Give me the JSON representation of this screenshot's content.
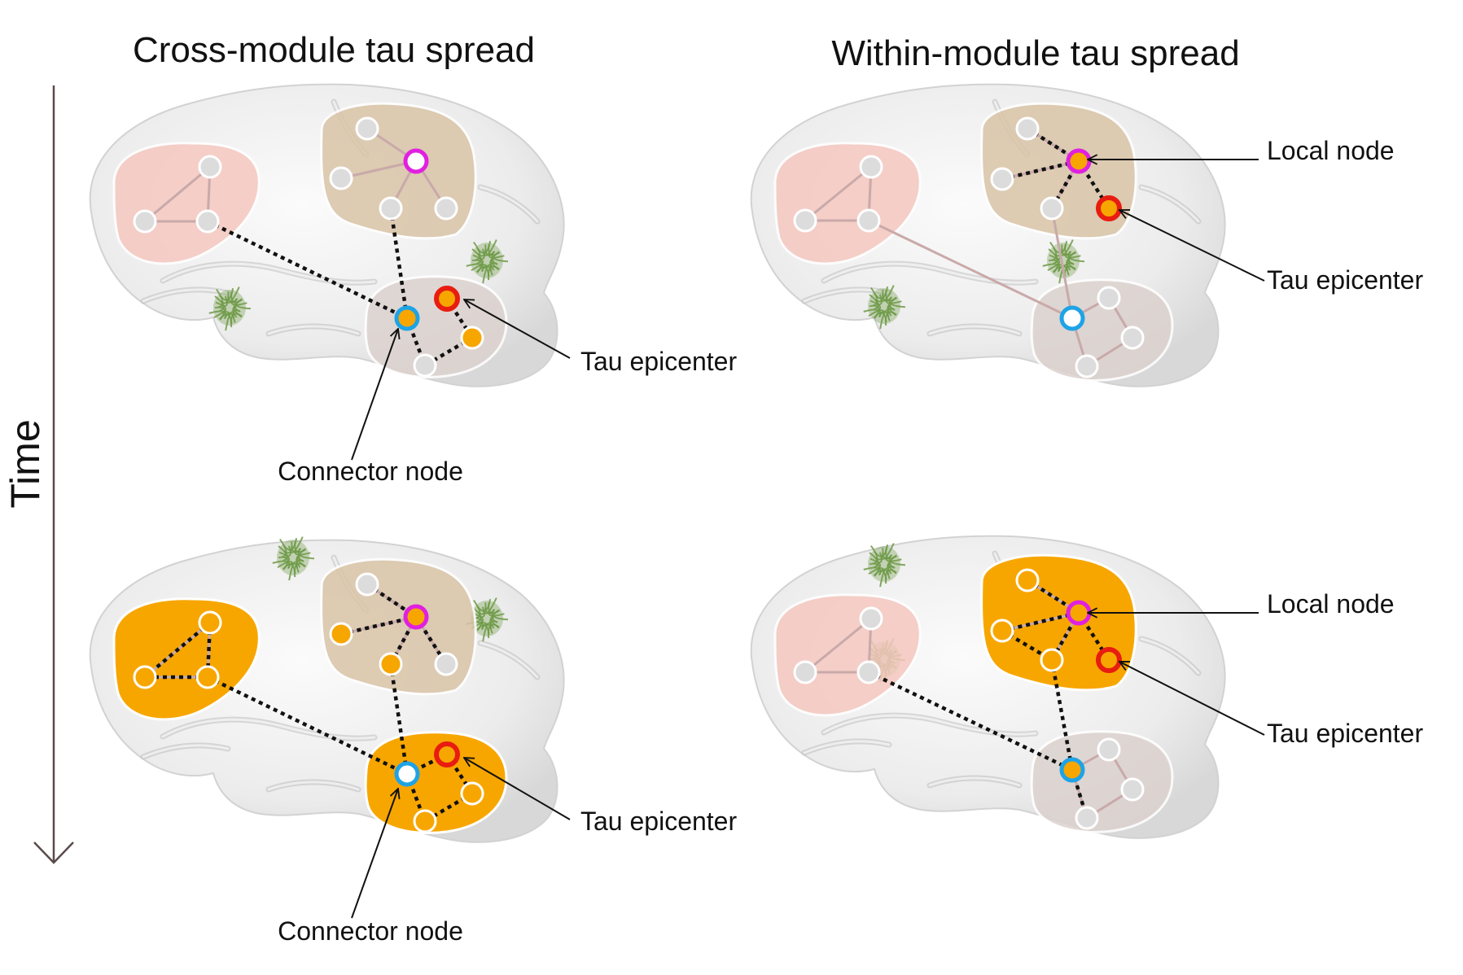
{
  "titles": {
    "cross": "Cross-module tau spread",
    "within": "Within-module tau spread"
  },
  "axis": {
    "time_label": "Time"
  },
  "callouts": {
    "local_node": "Local node",
    "tau_epicenter": "Tau epicenter",
    "connector_node": "Connector node"
  },
  "colors": {
    "brain_fill": "#ececec",
    "brain_stroke": "#d2d2d2",
    "module_frontal_idle": "#f5c8c0",
    "module_parietal_idle": "#d9c4a7",
    "module_temporal_idle": "#dcd2ce",
    "module_affected": "#f7a600",
    "node_gray": "#dcdcdc",
    "node_tau": "#f7a600",
    "connector_ring": "#1ea3e6",
    "local_ring": "#e020e0",
    "epicenter_ring": "#e81c10",
    "edge_within": "#c9a9a9",
    "edge_spread": "#111111",
    "tangle_green": "#6f9a48"
  },
  "legend": {
    "ring_colors": [
      {
        "role": "connector_node",
        "color": "#1ea3e6"
      },
      {
        "role": "local_node",
        "color": "#e020e0"
      },
      {
        "role": "tau_epicenter",
        "color": "#e81c10"
      }
    ]
  },
  "panels": [
    {
      "id": "cross-time1",
      "type": "cross",
      "time_step": 1,
      "callouts": [
        "tau_epicenter",
        "connector_node"
      ],
      "affected_modules": [],
      "tau_nodes": [
        "epicenter",
        "connector",
        "temporal_3"
      ],
      "spread_edges": [
        "frontal_2-connector",
        "parietal_4-connector",
        "epicenter-temporal_3",
        "temporal_3-temporal_4",
        "connector-temporal_4"
      ]
    },
    {
      "id": "within-time1",
      "type": "within",
      "time_step": 1,
      "callouts": [
        "local_node",
        "tau_epicenter"
      ],
      "affected_modules": [],
      "tau_nodes": [
        "local",
        "epicenter"
      ],
      "spread_edges": [
        "parietal_1-local",
        "parietal_2-local",
        "local-parietal_4",
        "local-epicenter"
      ]
    },
    {
      "id": "cross-time2",
      "type": "cross",
      "time_step": 2,
      "callouts": [
        "tau_epicenter",
        "connector_node"
      ],
      "affected_modules": [
        "frontal",
        "temporal"
      ],
      "tau_nodes": [
        "local",
        "parietal_2",
        "parietal_4",
        "epicenter"
      ],
      "spread_edges": [
        "frontal_1-frontal_2",
        "frontal_1-frontal_3",
        "frontal_2-frontal_3",
        "frontal_2-connector",
        "parietal_4-connector",
        "parietal_1-local",
        "parietal_2-local",
        "local-parietal_4",
        "local-parietal_5",
        "connector-epicenter",
        "epicenter-temporal_3",
        "temporal_3-temporal_4",
        "connector-temporal_4"
      ]
    },
    {
      "id": "within-time2",
      "type": "within",
      "time_step": 2,
      "callouts": [
        "local_node",
        "tau_epicenter"
      ],
      "affected_modules": [
        "parietal"
      ],
      "tau_nodes": [
        "local",
        "epicenter",
        "connector"
      ],
      "spread_edges": [
        "frontal_2-connector",
        "parietal_4-connector",
        "parietal_1-local",
        "parietal_2-local",
        "local-parietal_4",
        "local-epicenter",
        "parietal_2-parietal_4",
        "connector-temporal_4"
      ]
    }
  ]
}
